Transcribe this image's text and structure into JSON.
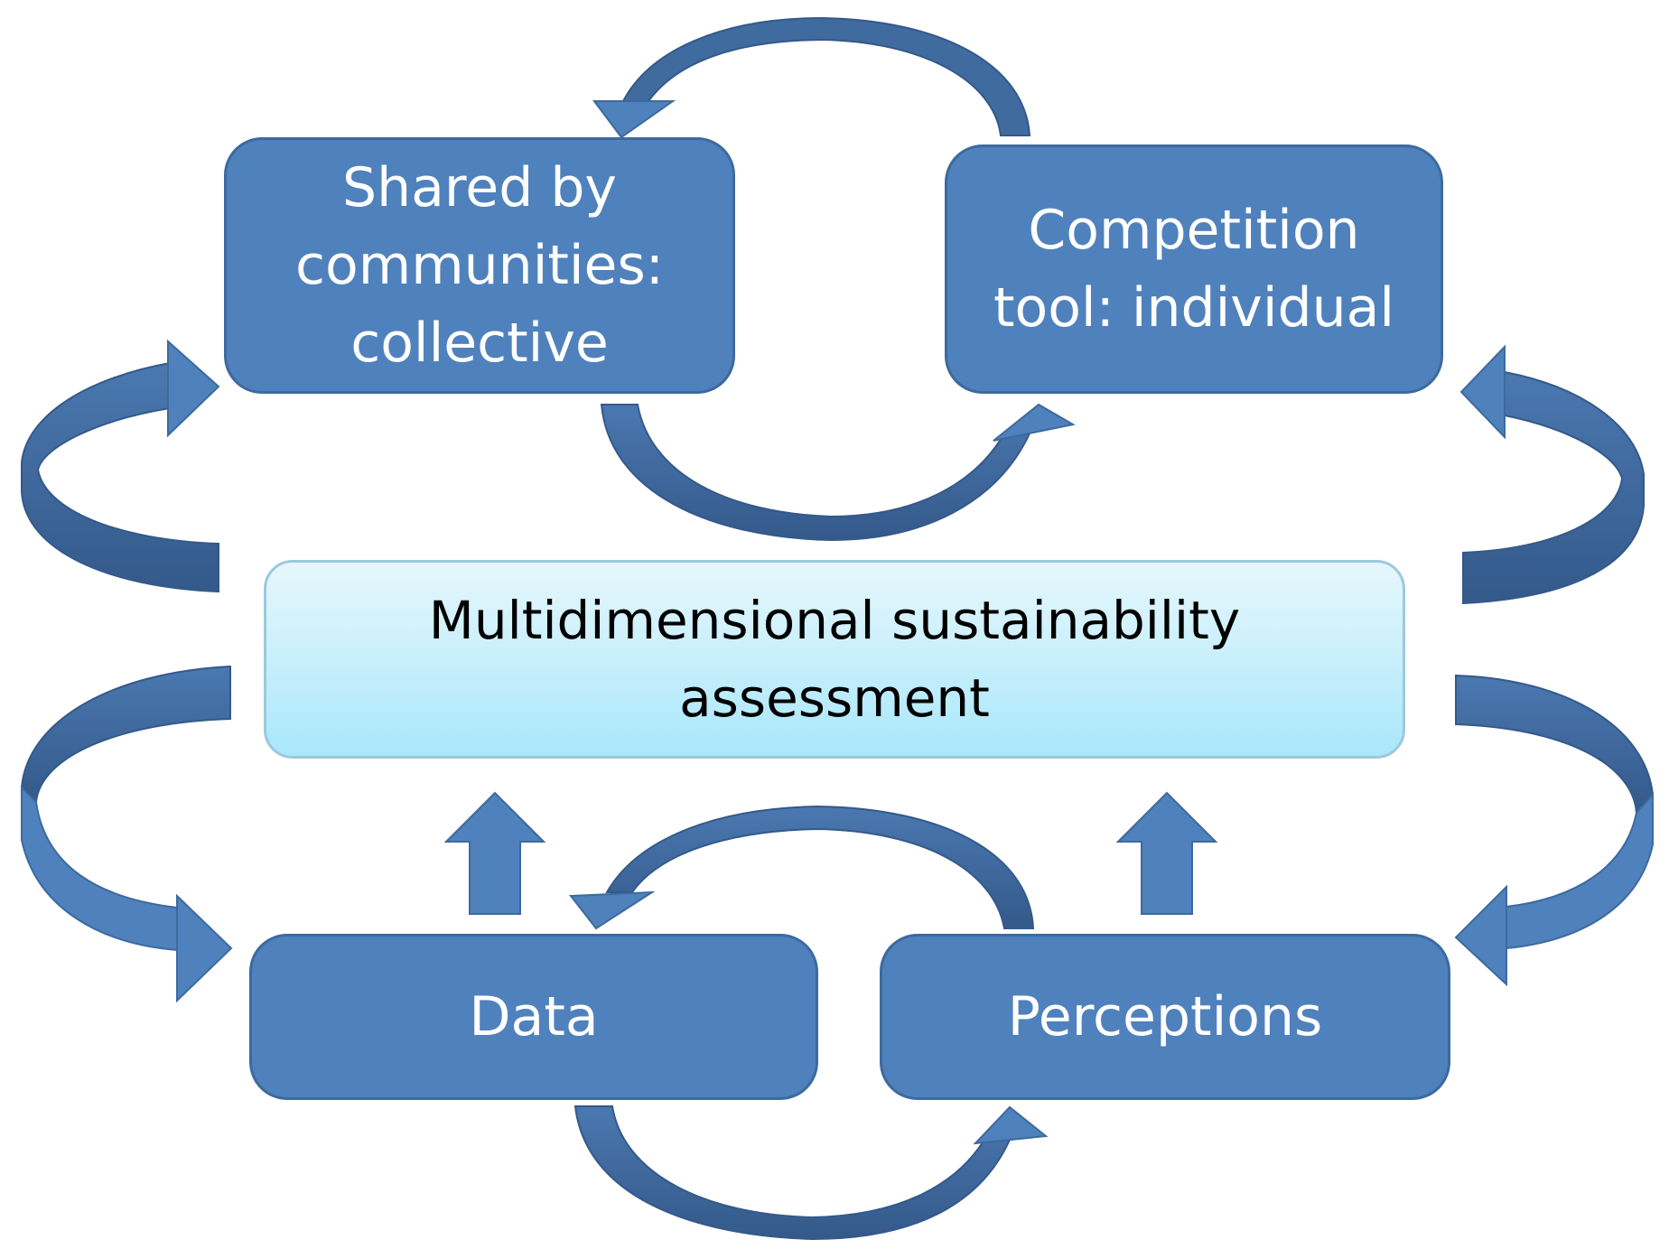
{
  "nodes": {
    "shared": {
      "lines": [
        "Shared by",
        "communities:",
        "collective"
      ]
    },
    "competition": {
      "lines": [
        "Competition",
        "tool: individual"
      ]
    },
    "center": {
      "lines": [
        "Multidimensional sustainability",
        "assessment"
      ]
    },
    "data": {
      "lines": [
        "Data"
      ]
    },
    "perceptions": {
      "lines": [
        "Perceptions"
      ]
    }
  },
  "colors": {
    "box_fill": "#4f81bd",
    "box_border": "#3d6a9e",
    "arrow_light": "#4f81bd",
    "arrow_dark": "#3a6494",
    "center_top": "#e6f7fc",
    "center_bottom": "#a9e7fb"
  }
}
